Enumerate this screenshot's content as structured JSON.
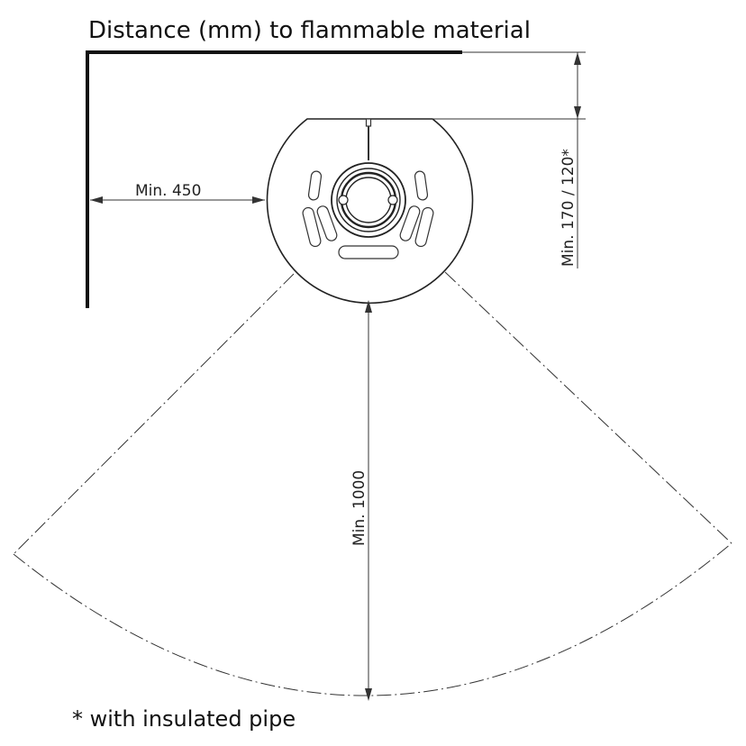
{
  "title": "Distance (mm) to flammable material",
  "dimensions": {
    "side": "Min. 450",
    "rear": "Min. 170 / 120*",
    "front": "Min. 1000"
  },
  "footnote": "* with insulated pipe"
}
